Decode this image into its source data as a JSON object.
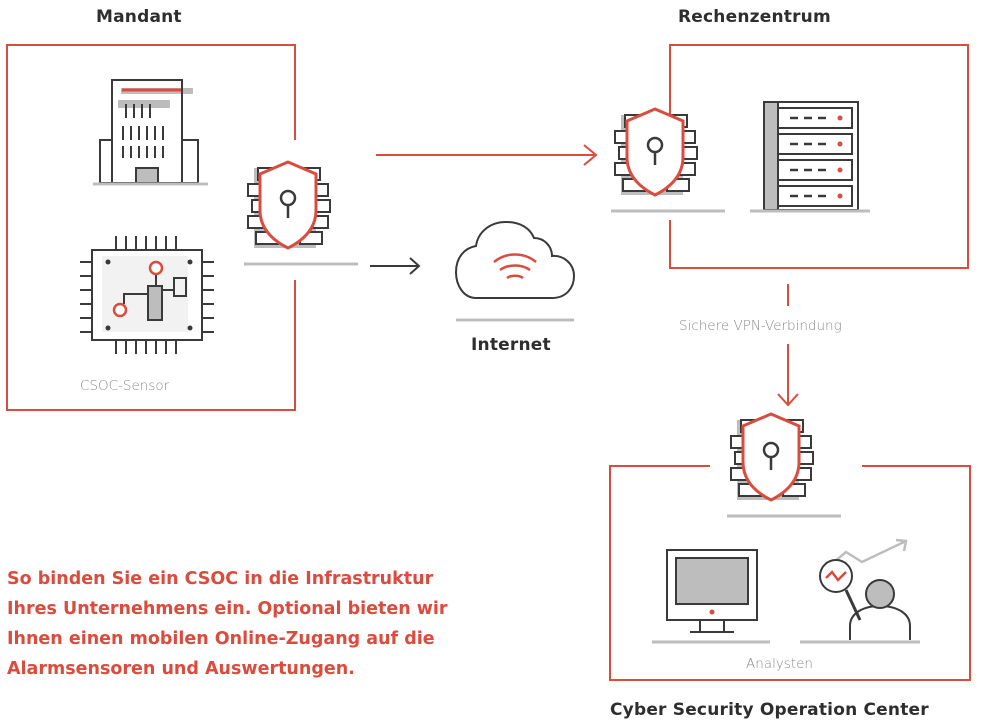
{
  "labels": {
    "mandant": "Mandant",
    "rechenzentrum": "Rechenzentrum",
    "sensor": "CSOC-Sensor",
    "internet": "Internet",
    "vpn": "Sichere VPN-Verbindung",
    "analysten": "Analysten",
    "csoc": "Cyber Security Operation Center"
  },
  "caption_lines": [
    "So binden Sie ein CSOC in die Infrastruktur",
    "Ihres Unternehmens ein. Optional bieten wir",
    "Ihnen einen mobilen Online-Zugang auf die",
    "Alarmsensoren und Auswertungen."
  ],
  "colors": {
    "accent": "#d94c3e",
    "outline": "#3a3a3a",
    "shadow": "#bdbdbd",
    "text": "#2e2e2e",
    "muted": "#8a8a8a"
  },
  "icons": {
    "building": "building-icon",
    "chip": "chip-icon",
    "firewall": "firewall-icon",
    "cloud": "cloud-wifi-icon",
    "server": "server-rack-icon",
    "monitor": "monitor-icon",
    "analyst": "analyst-icon"
  }
}
